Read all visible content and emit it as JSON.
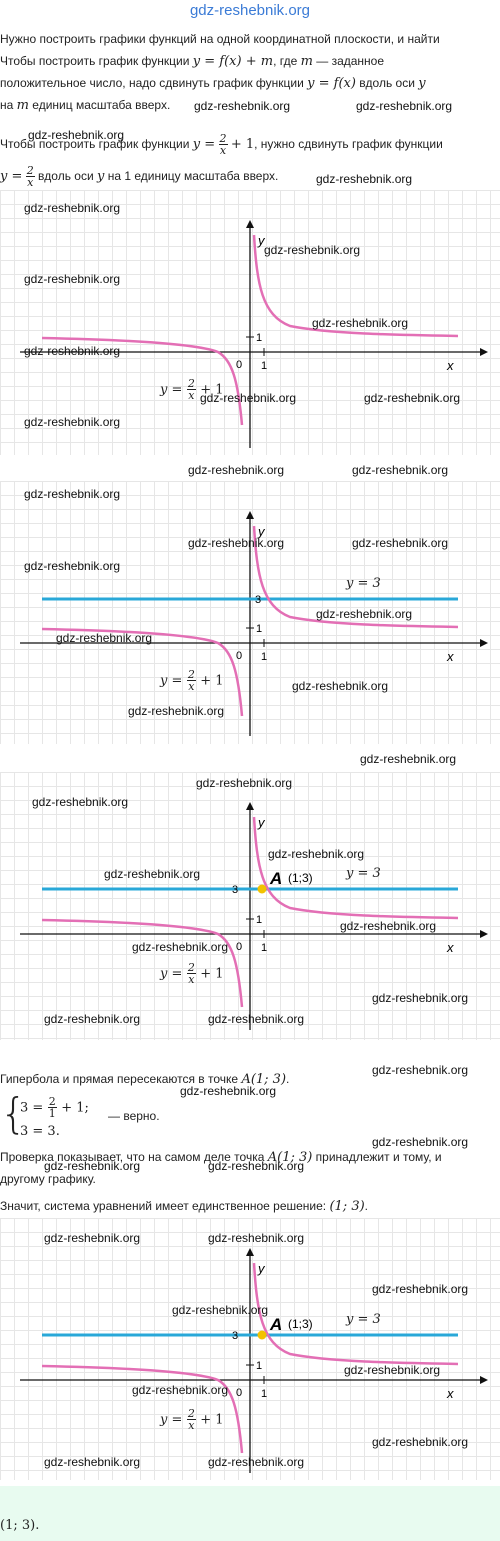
{
  "header": {
    "site": "gdz-reshebnik.org"
  },
  "watermark": "gdz-reshebnik.org",
  "text": {
    "p1": "Нужно построить графики функций на одной координатной плоскости, и найти",
    "p2_a": "Чтобы построить график функции ",
    "p2_m1": "y = f(x) + m",
    "p2_b": ", где ",
    "p2_m2": "m",
    "p2_c": " — заданное",
    "p3_a": "положительное число, надо сдвинуть график функции ",
    "p3_m": "y = f(x)",
    "p3_b": " вдоль оси ",
    "p3_m2": "y",
    "p4_a": "на ",
    "p4_m": "m",
    "p4_b": " единиц масштаба вверх.",
    "p5_a": "Чтобы построить график функции ",
    "p5_y": "y =",
    "p5_num": "2",
    "p5_den": "x",
    "p5_plus": "+ 1",
    "p5_b": ", нужно сдвинуть график функции",
    "p6_y": "y =",
    "p6_num": "2",
    "p6_den": "x",
    "p6_b": " вдоль оси ",
    "p6_m": "y",
    "p6_c": " на 1 единицу масштаба вверх.",
    "inter_a": "Гипербола и прямая пересекаются в точке ",
    "inter_m": "A(1; 3)",
    "inter_b": ".",
    "sys_l1a": "3 =",
    "sys_num": "2",
    "sys_den": "1",
    "sys_l1b": "+ 1;",
    "sys_l2": "3 = 3.",
    "sys_verdict": "— верно.",
    "check_a": "Проверка показывает, что на самом деле точка ",
    "check_m": "A(1; 3)",
    "check_b": " принадлежит и тому, и",
    "check_c": "другому графику.",
    "concl_a": "Значит, система уравнений имеет единственное решение: ",
    "concl_m": "(1; 3)",
    "concl_b": ".",
    "answer": "(1; 3)."
  },
  "graph": {
    "x_label": "x",
    "y_label": "y",
    "origin": "0",
    "one_x": "1",
    "one_y": "1",
    "three": "3",
    "line_label": "y = 3",
    "hyp_y": "y =",
    "hyp_num": "2",
    "hyp_den": "x",
    "hyp_plus": "+ 1",
    "point_name": "A",
    "point_coords": "(1;3)"
  },
  "colors": {
    "hyperbola": "#e36fb5",
    "line": "#29a8d8",
    "point": "#f2c200",
    "answer_bg": "#e8fbf0",
    "header_link": "#3b7bd6"
  }
}
